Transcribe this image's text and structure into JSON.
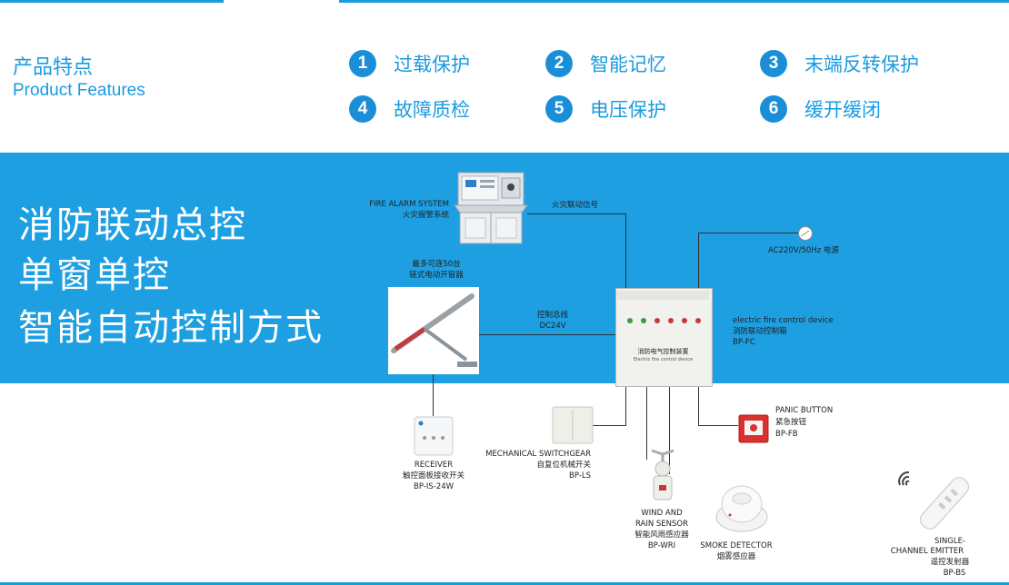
{
  "features": {
    "title_cn": "产品特点",
    "title_en": "Product Features",
    "items": [
      {
        "num": "1",
        "label": "过载保护"
      },
      {
        "num": "2",
        "label": "智能记忆"
      },
      {
        "num": "3",
        "label": "末端反转保护"
      },
      {
        "num": "4",
        "label": "故障质检"
      },
      {
        "num": "5",
        "label": "电压保护"
      },
      {
        "num": "6",
        "label": "缓开缓闭"
      }
    ]
  },
  "headline": {
    "line1": "消防联动总控",
    "line2": "单窗单控",
    "line3": "智能自动控制方式"
  },
  "diagram": {
    "fire_alarm": {
      "en": "FIRE ALARM SYSTEM",
      "cn": "火灾报警系统"
    },
    "fire_signal": "火灾联动信号",
    "power": "AC220V/50Hz 电源",
    "chain_opener": {
      "line1": "最多可连50台",
      "line2": "链式电动开窗器"
    },
    "bus": {
      "line1": "控制总线",
      "line2": "DC24V"
    },
    "controller": {
      "en": "electric fire control device",
      "cn": "消防联动控制箱",
      "model": "BP-FC",
      "panel_cn": "消防电气控制装置",
      "panel_en": "Electric fire control device"
    },
    "receiver": {
      "en": "RECEIVER",
      "cn": "触控面板接收开关",
      "model": "BP-IS-24W"
    },
    "switchgear": {
      "en": "MECHANICAL SWITCHGEAR",
      "cn": "自复位机械开关",
      "model": "BP-LS"
    },
    "wind_rain": {
      "en1": "WIND AND",
      "en2": "RAIN SENSOR",
      "cn": "智能风雨感应器",
      "model": "BP-WRI"
    },
    "smoke": {
      "en": "SMOKE DETECTOR",
      "cn": "烟雾感应器"
    },
    "panic": {
      "en": "PANIC BUTTON",
      "cn": "紧急按钮",
      "model": "BP-FB"
    },
    "emitter": {
      "en1": "SINGLE-",
      "en2": "CHANNEL EMITTER",
      "cn": "遥控发射器",
      "model": "BP-BS"
    }
  },
  "colors": {
    "accent": "#1a9be0",
    "band": "#1d9fe2"
  }
}
